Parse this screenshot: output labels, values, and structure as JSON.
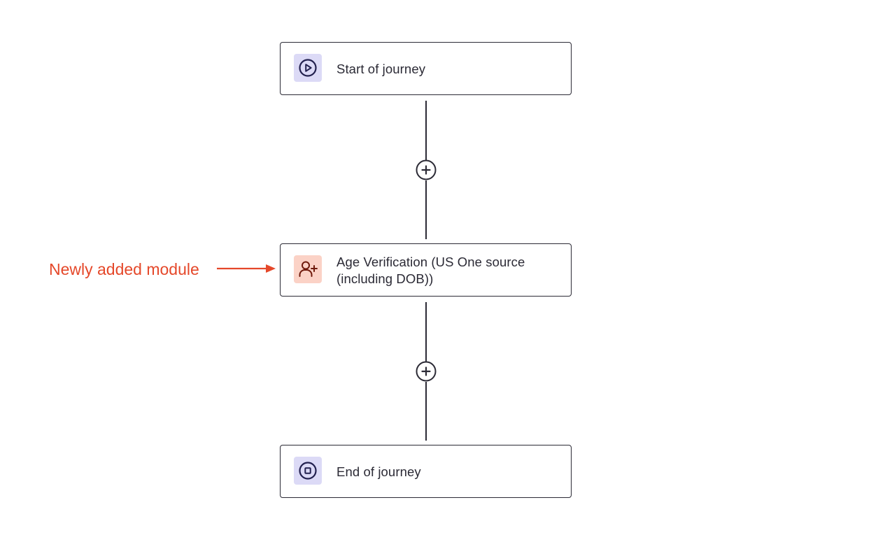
{
  "flow": {
    "start_label": "Start of journey",
    "module_label": "Age Verification (US One source (including DOB))",
    "end_label": "End of journey"
  },
  "annotation": {
    "text": "Newly added module"
  },
  "icons": {
    "start": "play-circle-icon",
    "module": "user-add-icon",
    "end": "stop-circle-icon",
    "add": "plus-circle-icon"
  },
  "colors": {
    "flow_icon_bg": "#dcdaf6",
    "flow_icon_fg": "#23214f",
    "module_icon_bg": "#fbd2c6",
    "module_icon_fg": "#6f1a0c",
    "annotation": "#e5482a",
    "stroke": "#2b2a35"
  }
}
